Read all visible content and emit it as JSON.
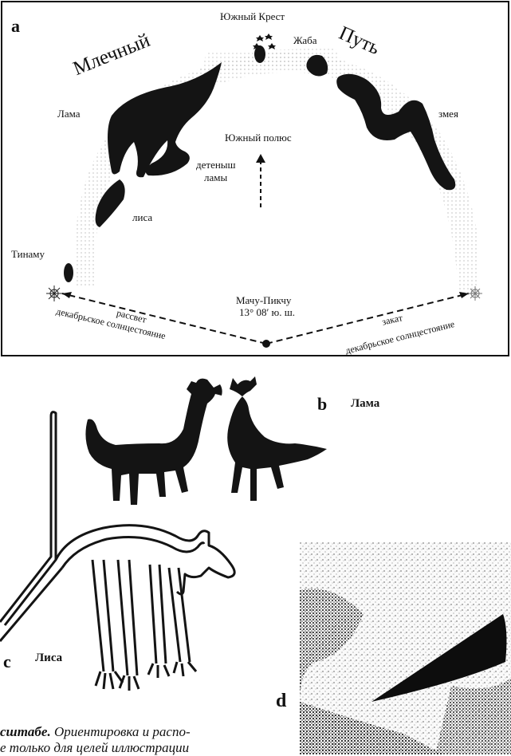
{
  "panel_a": {
    "letter": "a",
    "milky_left": "Млечный",
    "milky_right": "Путь",
    "southern_cross": "Южный Крест",
    "toad": "Жаба",
    "llama": "Лама",
    "snake": "змея",
    "south_pole": "Южный полюс",
    "baby_llama_1": "детеныш",
    "baby_llama_2": "ламы",
    "fox": "лиса",
    "tinamou": "Тинаму",
    "machu_picchu": "Мачу-Пикчу",
    "latitude": "13° 08′ ю. ш.",
    "sunrise": "рассвет",
    "sunset": "закат",
    "solstice_left": "декабрьское солнцестояние",
    "solstice_right": "декабрьское солнцестояние"
  },
  "panel_b": {
    "letter": "b",
    "title": "Лама"
  },
  "panel_c": {
    "letter": "c",
    "title": "Лиса"
  },
  "panel_d": {
    "letter": "d"
  },
  "caption": {
    "line1_bold": "сштабе.",
    "line1_rest": " Ориентировка и распо-",
    "line2": "е только для целей иллюстрации"
  }
}
